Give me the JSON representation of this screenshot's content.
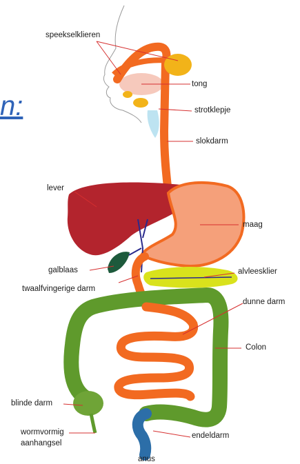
{
  "heading_fragment": "n:",
  "labels": {
    "speekselklieren": "speekselklieren",
    "tong": "tong",
    "strotklepje": "strotklepje",
    "slokdarm": "slokdarm",
    "lever": "lever",
    "maag": "maag",
    "galblaas": "galblaas",
    "alvleesklier": "alvleesklier",
    "twaalfvingerige_darm": "twaalfvingerige darm",
    "dunne_darm": "dunne darm",
    "colon": "Colon",
    "blinde_darm": "blinde darm",
    "wormvormig_aanhangsel_1": "wormvormig",
    "wormvormig_aanhangsel_2": "aanhangsel",
    "endeldarm": "endeldarm",
    "anus": "anus"
  },
  "colors": {
    "esophagus": "#f26a21",
    "stomach": "#f5a07a",
    "liver": "#b3242d",
    "gallbladder": "#1d5a3c",
    "pancreas": "#d9e21c",
    "small_intestine": "#f26a21",
    "colon": "#5f9a2c",
    "rectum": "#2c6ea8",
    "salivary_gland": "#f2b319",
    "leader_line": "#d62f2f",
    "heading": "#2f63b8"
  }
}
